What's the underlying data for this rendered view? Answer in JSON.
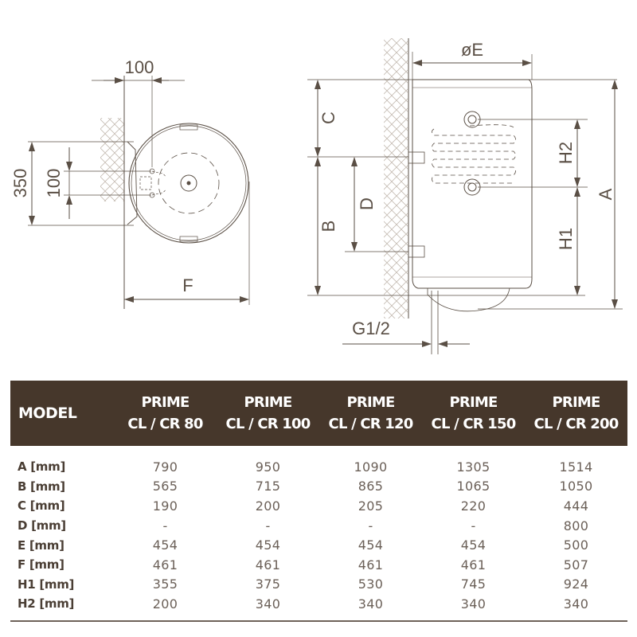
{
  "drawing": {
    "top_view": {
      "dim_top": "100",
      "dim_left_outer": "350",
      "dim_left_inner": "100",
      "dim_bottom": "F"
    },
    "side_view": {
      "dim_diameter": "øE",
      "dim_c": "C",
      "dim_b": "B",
      "dim_d": "D",
      "dim_h2": "H2",
      "dim_h1": "H1",
      "dim_a": "A",
      "dim_pipe": "G1/2"
    },
    "colors": {
      "line": "#5a4f45",
      "hatch": "#b8aea5",
      "header_bg": "#46372b"
    }
  },
  "table": {
    "model_label": "MODEL",
    "models": [
      {
        "line1": "PRIME",
        "line2": "CL / CR 80"
      },
      {
        "line1": "PRIME",
        "line2": "CL / CR 100"
      },
      {
        "line1": "PRIME",
        "line2": "CL / CR 120"
      },
      {
        "line1": "PRIME",
        "line2": "CL / CR 150"
      },
      {
        "line1": "PRIME",
        "line2": "CL / CR 200"
      }
    ],
    "rows": [
      {
        "label": "A [mm]",
        "values": [
          "790",
          "950",
          "1090",
          "1305",
          "1514"
        ]
      },
      {
        "label": "B [mm]",
        "values": [
          "565",
          "715",
          "865",
          "1065",
          "1050"
        ]
      },
      {
        "label": "C [mm]",
        "values": [
          "190",
          "200",
          "205",
          "220",
          "444"
        ]
      },
      {
        "label": "D [mm]",
        "values": [
          "-",
          "-",
          "-",
          "-",
          "800"
        ]
      },
      {
        "label": "E [mm]",
        "values": [
          "454",
          "454",
          "454",
          "454",
          "500"
        ]
      },
      {
        "label": "F [mm]",
        "values": [
          "461",
          "461",
          "461",
          "461",
          "507"
        ]
      },
      {
        "label": "H1 [mm]",
        "values": [
          "355",
          "375",
          "530",
          "745",
          "924"
        ]
      },
      {
        "label": "H2 [mm]",
        "values": [
          "200",
          "340",
          "340",
          "340",
          "340"
        ]
      }
    ]
  }
}
